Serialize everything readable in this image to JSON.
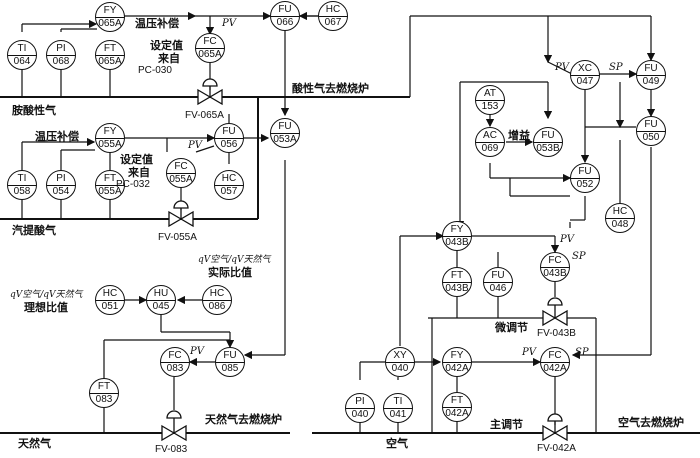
{
  "instruments": {
    "FY065A": {
      "top": "FY",
      "bottom": "065A"
    },
    "TI064": {
      "top": "TI",
      "bottom": "064"
    },
    "PI068": {
      "top": "PI",
      "bottom": "068"
    },
    "FT065A": {
      "top": "FT",
      "bottom": "065A"
    },
    "FC065A": {
      "top": "FC",
      "bottom": "065A"
    },
    "FU066": {
      "top": "FU",
      "bottom": "066"
    },
    "HC067": {
      "top": "HC",
      "bottom": "067"
    },
    "FY055A": {
      "top": "FY",
      "bottom": "055A"
    },
    "TI058": {
      "top": "TI",
      "bottom": "058"
    },
    "PI054": {
      "top": "PI",
      "bottom": "054"
    },
    "FT055A": {
      "top": "FT",
      "bottom": "055A"
    },
    "FC055A": {
      "top": "FC",
      "bottom": "055A"
    },
    "FU056": {
      "top": "FU",
      "bottom": "056"
    },
    "HC057": {
      "top": "HC",
      "bottom": "057"
    },
    "FU053A": {
      "top": "FU",
      "bottom": "053A"
    },
    "HC051": {
      "top": "HC",
      "bottom": "051"
    },
    "HU045": {
      "top": "HU",
      "bottom": "045"
    },
    "HC086": {
      "top": "HC",
      "bottom": "086"
    },
    "FC083": {
      "top": "FC",
      "bottom": "083"
    },
    "FU085": {
      "top": "FU",
      "bottom": "085"
    },
    "FT083": {
      "top": "FT",
      "bottom": "083"
    },
    "XC047": {
      "top": "XC",
      "bottom": "047"
    },
    "FU049": {
      "top": "FU",
      "bottom": "049"
    },
    "AT153": {
      "top": "AT",
      "bottom": "153"
    },
    "AC069": {
      "top": "AC",
      "bottom": "069"
    },
    "FU053B": {
      "top": "FU",
      "bottom": "053B"
    },
    "FU050": {
      "top": "FU",
      "bottom": "050"
    },
    "FU052": {
      "top": "FU",
      "bottom": "052"
    },
    "HC048": {
      "top": "HC",
      "bottom": "048"
    },
    "FY043B": {
      "top": "FY",
      "bottom": "043B"
    },
    "FT043B": {
      "top": "FT",
      "bottom": "043B"
    },
    "FU046": {
      "top": "FU",
      "bottom": "046"
    },
    "FC043B": {
      "top": "FC",
      "bottom": "043B"
    },
    "XY040": {
      "top": "XY",
      "bottom": "040"
    },
    "FY042A": {
      "top": "FY",
      "bottom": "042A"
    },
    "FC042A": {
      "top": "FC",
      "bottom": "042A"
    },
    "PI040": {
      "top": "PI",
      "bottom": "040"
    },
    "TI041": {
      "top": "TI",
      "bottom": "041"
    },
    "FT042A": {
      "top": "FT",
      "bottom": "042A"
    }
  },
  "labels": {
    "amine_gas": "胺酸性气",
    "temp_press_comp_1": "温压补偿",
    "setpoint_from_1": "设定值",
    "from_1": "来自",
    "pc030": "PC-030",
    "acid_gas_to_burner": "酸性气去燃烧炉",
    "fv065a": "FV-065A",
    "temp_press_comp_2": "温压补偿",
    "setpoint_from_2": "设定值",
    "from_2": "来自",
    "pc032": "PC-032",
    "stripper_acid_gas": "汽提酸气",
    "fv055a": "FV-055A",
    "ratio_actual_formula": "qV空气/qV天然气",
    "ratio_actual": "实际比值",
    "ratio_ideal_formula": "qV空气/qV天然气",
    "ratio_ideal": "理想比值",
    "natural_gas_to_burner": "天然气去燃烧炉",
    "natural_gas": "天然气",
    "fv083": "FV-083",
    "gain": "增益",
    "fine_adjust": "微调节",
    "fv043b": "FV-043B",
    "main_adjust": "主调节",
    "air": "空气",
    "air_to_burner": "空气去燃烧炉",
    "fv042a": "FV-042A",
    "pv": "PV",
    "sp": "SP"
  }
}
